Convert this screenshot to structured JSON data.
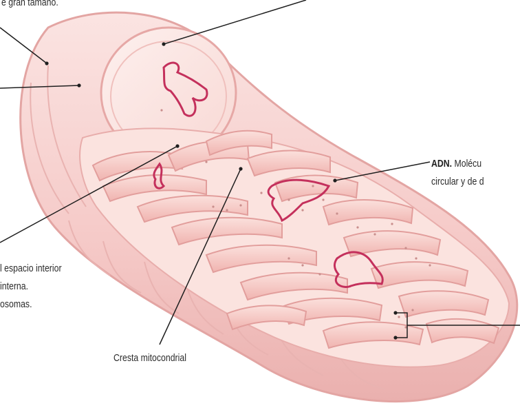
{
  "labels": {
    "top_left_fragment": "e gran tamaño.",
    "adn_term": "ADN.",
    "adn_line1_rest": " Molécu",
    "adn_line2": "circular y de d",
    "matrix_line1": "l espacio interior",
    "matrix_line2": "interna.",
    "matrix_line3": "osomas.",
    "cresta": "Cresta mitocondrial"
  },
  "colors": {
    "membrane_outer": "#f4c4c2",
    "membrane_inner": "#e9a7a6",
    "matrix": "#fbe1dc",
    "cristae": "#f1b9b4",
    "dna": "#c4305c",
    "leader_line": "#1f1f1f"
  }
}
